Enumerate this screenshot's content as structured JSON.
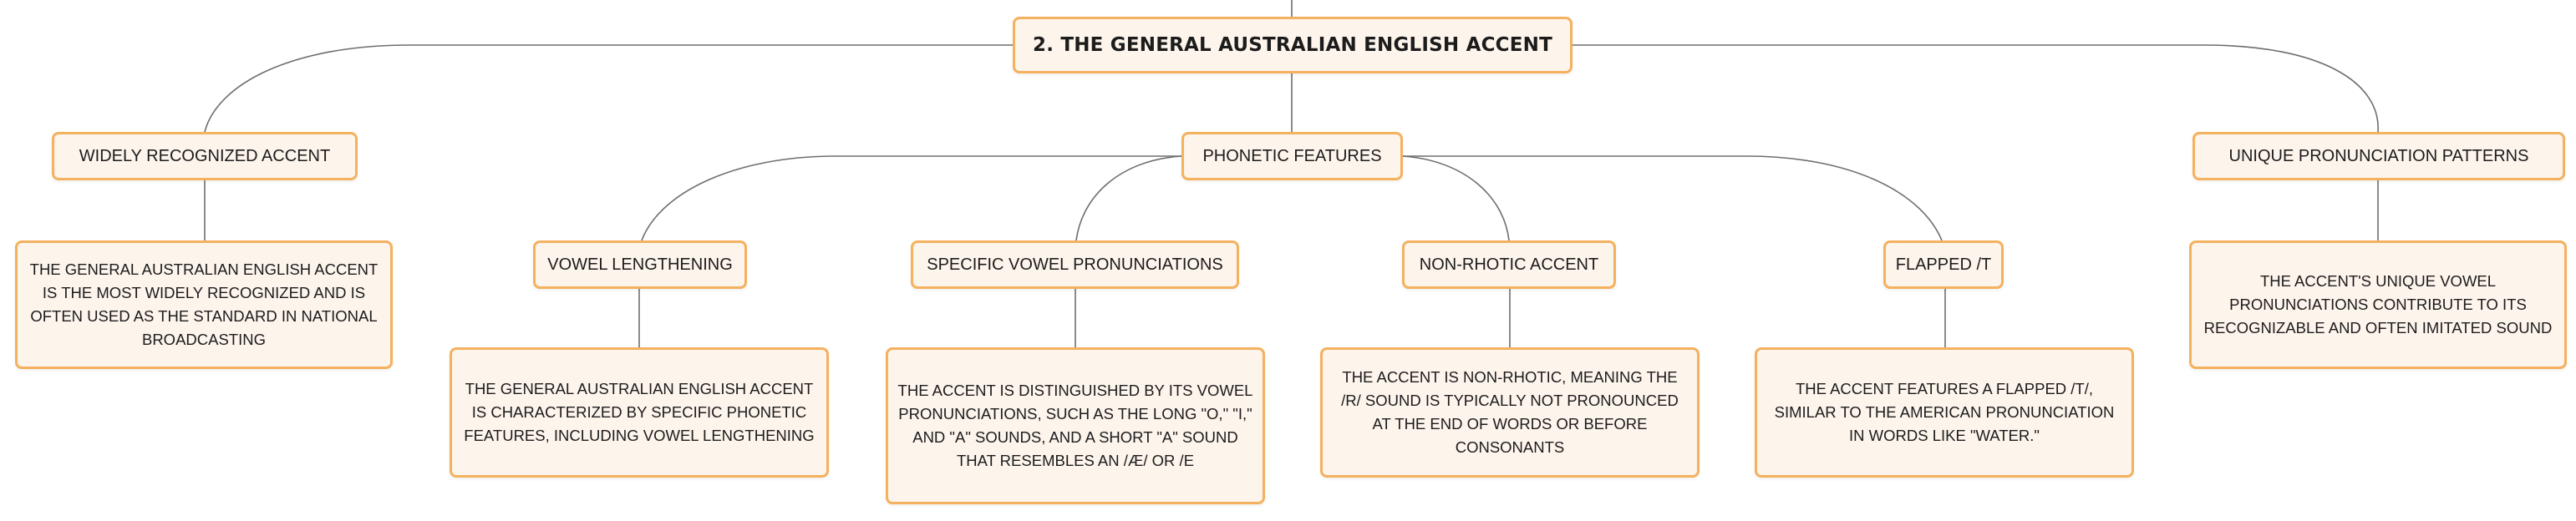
{
  "diagram": {
    "root": {
      "label": "2. THE GENERAL AUSTRALIAN ENGLISH ACCENT"
    },
    "widely_recognized": {
      "label": "WIDELY RECOGNIZED ACCENT",
      "detail": "THE GENERAL AUSTRALIAN ENGLISH ACCENT IS THE MOST WIDELY RECOGNIZED AND IS OFTEN USED AS THE STANDARD IN NATIONAL BROADCASTING"
    },
    "phonetic_features": {
      "label": "PHONETIC FEATURES",
      "children": {
        "vowel_lengthening": {
          "label": "VOWEL LENGTHENING",
          "detail": "THE GENERAL AUSTRALIAN ENGLISH ACCENT IS CHARACTERIZED BY SPECIFIC PHONETIC FEATURES, INCLUDING VOWEL LENGTHENING"
        },
        "specific_vowels": {
          "label": "SPECIFIC VOWEL PRONUNCIATIONS",
          "detail": "THE ACCENT IS DISTINGUISHED BY ITS VOWEL PRONUNCIATIONS, SUCH AS THE LONG \"O,\" \"I,\" AND \"A\" SOUNDS, AND A SHORT \"A\" SOUND THAT RESEMBLES AN /Æ/ OR /E"
        },
        "non_rhotic": {
          "label": "NON-RHOTIC ACCENT",
          "detail": "THE ACCENT IS NON-RHOTIC, MEANING THE /R/ SOUND IS TYPICALLY NOT PRONOUNCED AT THE END OF WORDS OR BEFORE CONSONANTS"
        },
        "flapped_t": {
          "label": "FLAPPED /T",
          "detail": "THE ACCENT FEATURES A FLAPPED /T/, SIMILAR TO THE AMERICAN PRONUNCIATION IN WORDS LIKE \"WATER.\""
        }
      }
    },
    "unique_patterns": {
      "label": "UNIQUE PRONUNCIATION PATTERNS",
      "detail": "THE ACCENT'S UNIQUE VOWEL PRONUNCIATIONS CONTRIBUTE TO ITS RECOGNIZABLE AND OFTEN IMITATED SOUND"
    }
  },
  "colors": {
    "node_fill": "#fdf4ec",
    "node_border": "#f4b15e",
    "connector": "#6e6e6e",
    "text": "#1c1c1c"
  }
}
